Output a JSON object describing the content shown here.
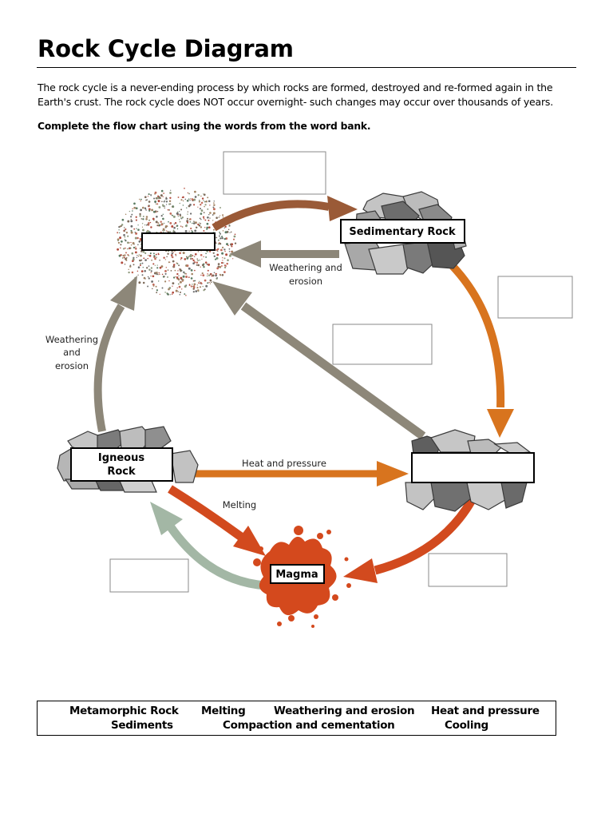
{
  "page": {
    "title": "Rock Cycle Diagram",
    "intro": "The rock cycle is a never-ending process by which rocks are formed, destroyed and re-formed again in the Earth's crust. The rock cycle does NOT occur overnight- such changes may occur over thousands of years.",
    "instruction": "Complete the flow chart using the words from the word bank."
  },
  "diagram": {
    "nodes": {
      "sediments": "",
      "sedimentary": "Sedimentary Rock",
      "igneous_line1": "Igneous",
      "igneous_line2": "Rock",
      "metamorphic": "",
      "magma": "Magma"
    },
    "arrow_labels": {
      "weathering_top_line1": "Weathering and",
      "weathering_top_line2": "erosion",
      "weathering_left_line1": "Weathering",
      "weathering_left_line2": "and",
      "weathering_left_line3": "erosion",
      "heat_pressure": "Heat and pressure",
      "melting": "Melting"
    },
    "blank_boxes": [
      "",
      "",
      "",
      "",
      ""
    ],
    "colors": {
      "brown": "#9a5a37",
      "gray": "#8d8779",
      "orange": "#d8741e",
      "red_orange": "#d24a1e",
      "sage": "#a3b7a5",
      "magma": "#d4491d",
      "rock_dark": "#6f6f6f",
      "rock_light": "#c8c8c8"
    }
  },
  "word_bank": {
    "row1": [
      "Metamorphic Rock",
      "Melting",
      "Weathering and erosion",
      "Heat and pressure"
    ],
    "row2": [
      "Sediments",
      "Compaction and cementation",
      "Cooling"
    ]
  }
}
